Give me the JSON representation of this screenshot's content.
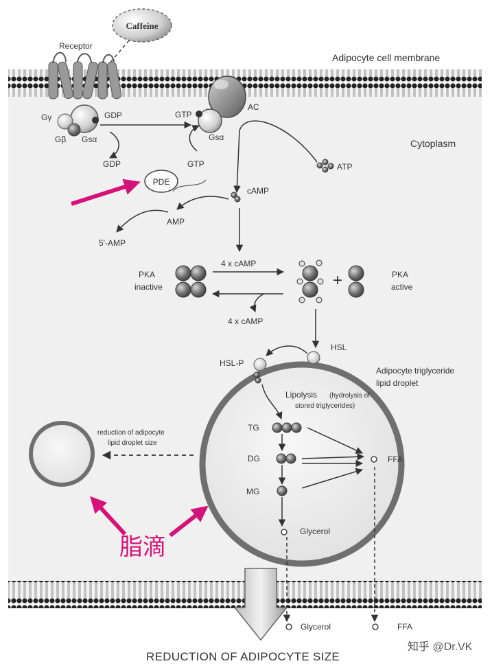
{
  "labels": {
    "caffeine": "Caffeine",
    "receptor": "Receptor",
    "membrane": "Adipocyte cell membrane",
    "cytoplasm": "Cytoplasm",
    "g_gamma": "Gγ",
    "g_beta": "Gβ",
    "gs_alpha_left": "Gsα",
    "gdp_top": "GDP",
    "gdp_bottom": "GDP",
    "gtp_top": "GTP",
    "gtp_bottom": "GTP",
    "gs_alpha_right": "Gsα",
    "ac": "AC",
    "atp": "ATP",
    "camp": "cAMP",
    "pde": "PDE",
    "amp": "AMP",
    "five_amp": "5'-AMP",
    "four_camp_top": "4 x cAMP",
    "four_camp_bottom": "4 x cAMP",
    "pka_inactive_1": "PKA",
    "pka_inactive_2": "inactive",
    "plus": "+",
    "pka_active_1": "PKA",
    "pka_active_2": "active",
    "hsl": "HSL",
    "hsl_p": "HSL-P",
    "droplet_1": "Adipocyte triglyceride",
    "droplet_2": "lipid droplet",
    "lipolysis": "Lipolysis",
    "lipolysis_note_1": "(hydrolysis of",
    "lipolysis_note_2": "stored triglycerides)",
    "tg": "TG",
    "dg": "DG",
    "mg": "MG",
    "ffa_inner": "FFA",
    "glycerol_inner": "Glycerol",
    "reduction_1": "reduction of adipocyte",
    "reduction_2": "lipid droplet size",
    "cjk_label": "脂滴",
    "glycerol_outer": "Glycerol",
    "ffa_outer": "FFA",
    "bottom_title": "REDUCTION OF ADIPOCYTE SIZE",
    "watermark": "知乎 @Dr.VK"
  },
  "colors": {
    "accent": "#d4137a",
    "membrane_dark": "#2b2b2b",
    "cytoplasm": "#f0f0f0",
    "droplet_fill": "#ececec",
    "droplet_ring": "#6f6f6f",
    "molecule": "#6a6a6a"
  }
}
